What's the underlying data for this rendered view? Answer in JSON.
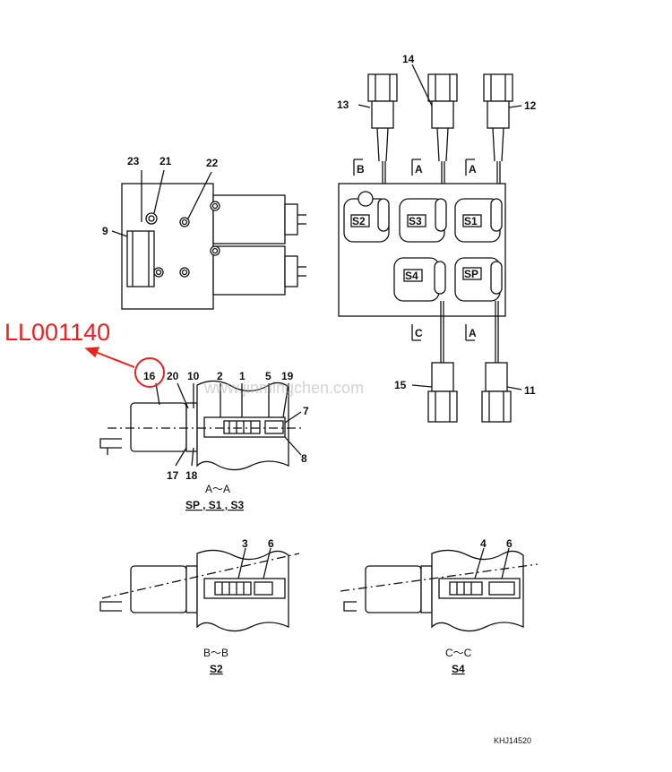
{
  "callout": {
    "text": "LL001140",
    "color": "#e8231f",
    "target_label": "16"
  },
  "watermark": "www.jinmingchen.com",
  "drawing_code": "KHJ14520",
  "valve_labels": [
    "S2",
    "S3",
    "S1",
    "S4",
    "SP"
  ],
  "section_marks": {
    "top_left": "B",
    "top_mid": "A",
    "top_right": "A",
    "bottom_left": "C",
    "bottom_right": "A"
  },
  "part_numbers": {
    "p1": "1",
    "p2": "2",
    "p3": "3",
    "p4": "4",
    "p5": "5",
    "p6": "6",
    "p7": "7",
    "p8": "8",
    "p9": "9",
    "p10": "10",
    "p11": "11",
    "p12": "12",
    "p13": "13",
    "p14": "14",
    "p15": "15",
    "p16": "16",
    "p17": "17",
    "p18": "18",
    "p19": "19",
    "p20": "20",
    "p21": "21",
    "p22": "22",
    "p23": "23",
    "p3b": "3",
    "p6b": "6",
    "p4c": "4",
    "p6c": "6"
  },
  "captions": {
    "aa_title": "A～A",
    "aa_sub": "SP , S1 , S3",
    "bb_title": "B～B",
    "bb_sub": "S2",
    "cc_title": "C～C",
    "cc_sub": "S4"
  }
}
